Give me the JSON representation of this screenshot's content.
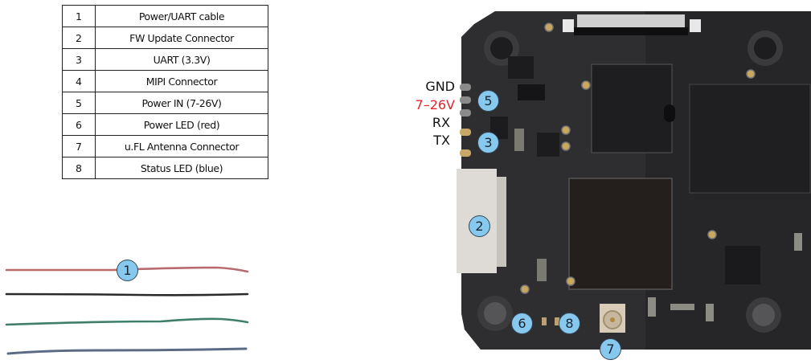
{
  "legend": {
    "rows": [
      {
        "num": "1",
        "label": "Power/UART cable"
      },
      {
        "num": "2",
        "label": "FW Update Connector"
      },
      {
        "num": "3",
        "label": "UART (3.3V)"
      },
      {
        "num": "4",
        "label": "MIPI Connector"
      },
      {
        "num": "5",
        "label": "Power IN (7-26V)"
      },
      {
        "num": "6",
        "label": "Power LED (red)"
      },
      {
        "num": "7",
        "label": "u.FL Antenna Connector"
      },
      {
        "num": "8",
        "label": "Status LED (blue)"
      }
    ]
  },
  "cables": {
    "badge": "1",
    "wires": [
      {
        "name": "red",
        "color": "#b86a6e"
      },
      {
        "name": "black",
        "color": "#2a2a2a"
      },
      {
        "name": "green",
        "color": "#3f7f6a"
      },
      {
        "name": "blue",
        "color": "#5c6a86"
      }
    ]
  },
  "pins": {
    "gnd": "GND",
    "vin": "7–26V",
    "rx": "RX",
    "tx": "TX"
  },
  "badges": {
    "b2": "2",
    "b3": "3",
    "b5": "5",
    "b6": "6",
    "b7": "7",
    "b8": "8"
  },
  "colors": {
    "badge_fill": "#86c8ee",
    "board": "#2b2b2d",
    "pin_red": "#e0262b"
  }
}
